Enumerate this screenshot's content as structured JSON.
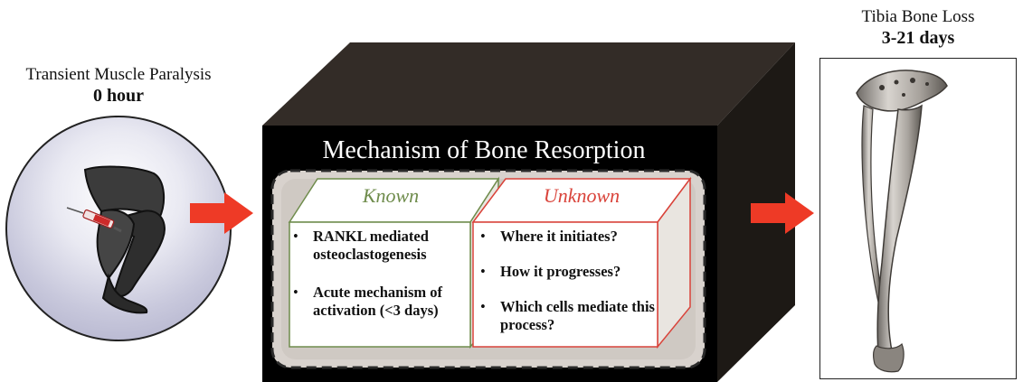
{
  "left_panel": {
    "title": "Transient Muscle Paralysis",
    "time": "0 hour"
  },
  "center_panel": {
    "title": "Mechanism of Bone Resorption",
    "known": {
      "title": "Known",
      "items": [
        "RANKL mediated osteoclastogenesis",
        "Acute mechanism of activation (<3 days)"
      ]
    },
    "unknown": {
      "title": "Unknown",
      "items": [
        "Where it initiates?",
        "How it progresses?",
        "Which cells mediate this process?"
      ]
    }
  },
  "right_panel": {
    "title": "Tibia Bone Loss",
    "time": "3-21 days"
  },
  "colors": {
    "arrow": "#ee3a26",
    "known_border": "#6f8c4c",
    "unknown_border": "#d9433a",
    "box_front": "#000000",
    "box_top": "#332c27",
    "box_side": "#1d1915"
  }
}
